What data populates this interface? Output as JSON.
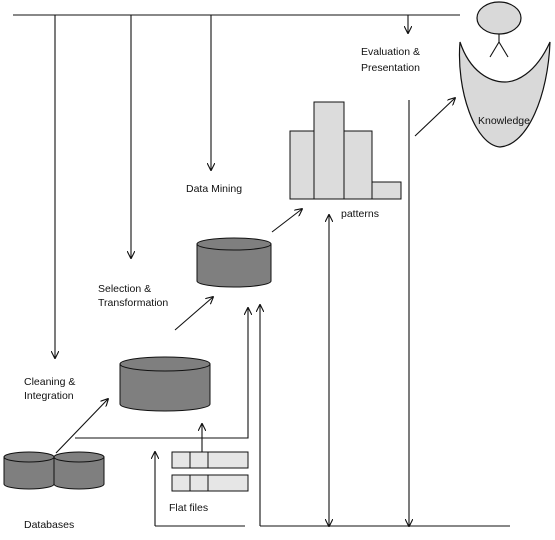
{
  "labels": {
    "databases": "Databases",
    "flat_files": "Flat files",
    "cleaning_1": "Cleaning &",
    "cleaning_2": "Integration",
    "selection_1": "Selection &",
    "selection_2": "Transformation",
    "data_mining": "Data Mining",
    "patterns": "patterns",
    "evaluation_1": "Evaluation &",
    "evaluation_2": "Presentation",
    "knowledge": "Knowledge"
  },
  "colors": {
    "cylinder_fill": "#7f7f7f",
    "bar_fill": "#dcdcdc",
    "bowl_fill": "#d9d9d9",
    "flatfile_fill": "#e6e6e6",
    "line": "#111111"
  },
  "icons": {
    "person": "person-icon",
    "bowl": "knowledge-bowl-icon"
  }
}
